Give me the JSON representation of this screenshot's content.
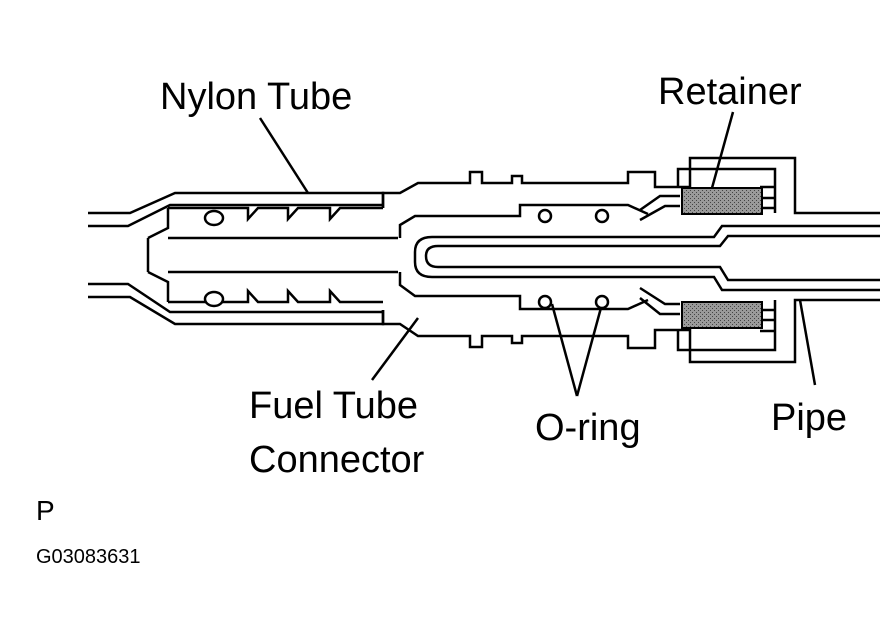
{
  "labels": {
    "nylon_tube": "Nylon Tube",
    "retainer": "Retainer",
    "fuel_tube_connector_line1": "Fuel Tube",
    "fuel_tube_connector_line2": "Connector",
    "o_ring": "O-ring",
    "pipe": "Pipe"
  },
  "corner_mark": "P",
  "figure_code": "G03083631",
  "colors": {
    "stroke": "#000000",
    "background": "#ffffff",
    "retainer_fill": "#8a8a8a"
  }
}
